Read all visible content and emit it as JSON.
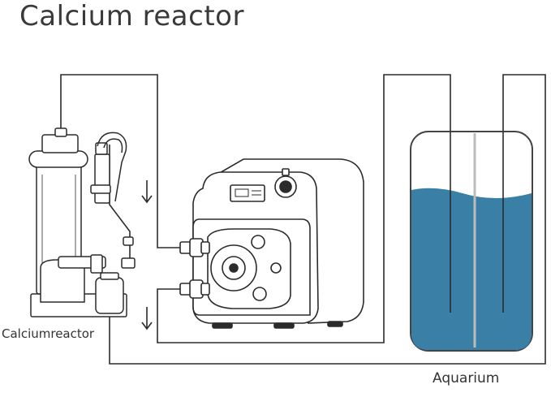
{
  "title": "Calcium reactor",
  "labels": {
    "reactor": "Calciumreactor",
    "aquarium": "Aquarium"
  },
  "colors": {
    "line": "#2b2b2b",
    "water": "#3a7fa6",
    "tank_outline": "#444444",
    "pump_body": "#ffffff"
  },
  "icons": {
    "flow_arrow": "arrow-down-icon"
  }
}
